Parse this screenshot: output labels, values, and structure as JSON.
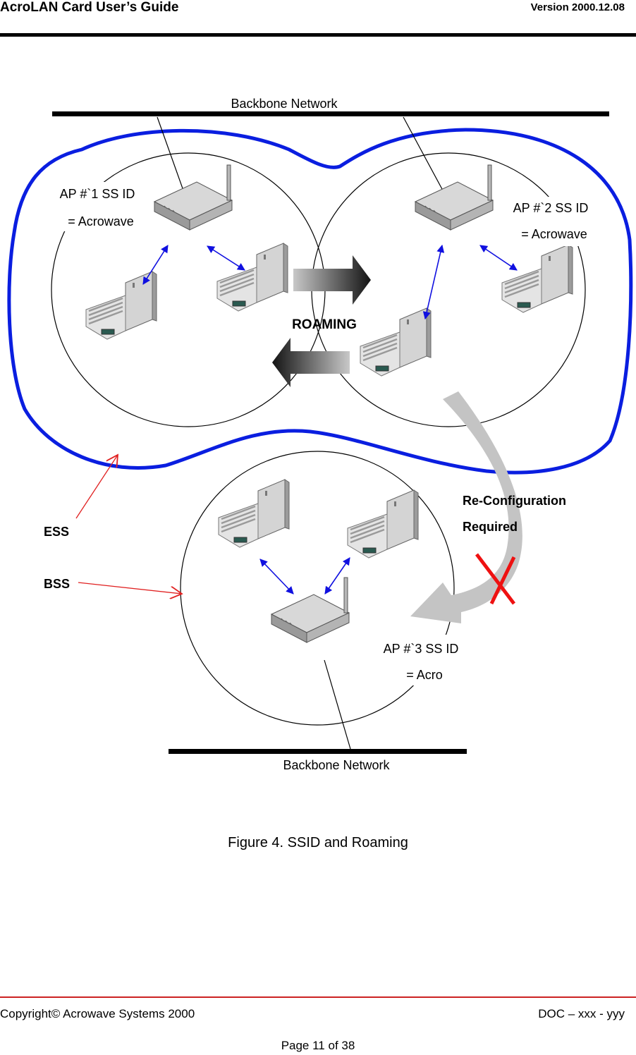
{
  "header": {
    "title": "AcroLAN Card User’s Guide",
    "version": "Version 2000.12.08"
  },
  "diagram": {
    "backbone_top": "Backbone Network",
    "backbone_bottom": "Backbone Network",
    "ap1_line1": "AP #`1 SS ID",
    "ap1_line2": "= Acrowave",
    "ap2_line1": "AP #`2 SS ID",
    "ap2_line2": "= Acrowave",
    "ap3_line1": "AP #`3 SS ID",
    "ap3_line2": "= Acro",
    "roaming": "ROAMING",
    "reconfig_line1": "Re-Configuration",
    "reconfig_line2": "Required",
    "ess": "ESS",
    "bss": "BSS",
    "colors": {
      "ess_outline": "#0a1ee0",
      "link_arrow": "#1010e0",
      "pointer": "#e02020",
      "cross": "#ee1111",
      "reconfig_arrow": "#c4c4c4"
    }
  },
  "caption": "Figure 4. SSID and Roaming",
  "footer": {
    "copyright": "Copyright© Acrowave Systems 2000",
    "doc_id": "DOC – xxx - yyy",
    "page": "Page 11 of 38"
  }
}
